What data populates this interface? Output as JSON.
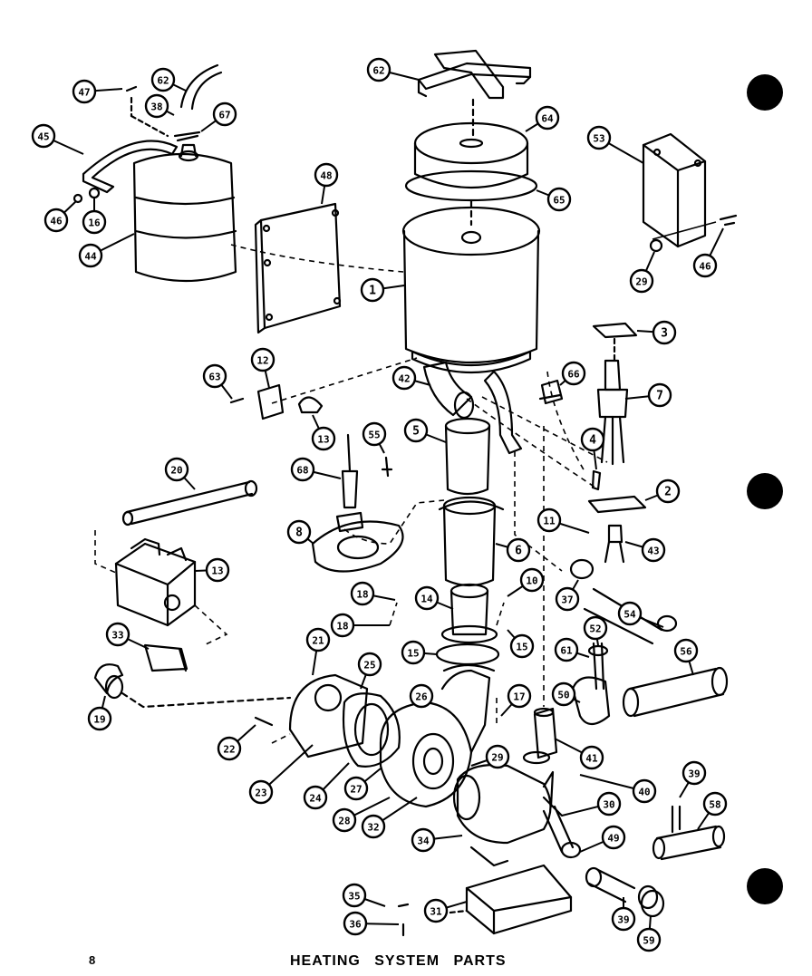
{
  "title": "HEATING  SYSTEM  PARTS",
  "page_number": "8",
  "callouts": [
    {
      "id": "c47",
      "label": "47"
    },
    {
      "id": "c62a",
      "label": "62"
    },
    {
      "id": "c38a",
      "label": "38"
    },
    {
      "id": "c67",
      "label": "67"
    },
    {
      "id": "c45",
      "label": "45"
    },
    {
      "id": "c46a",
      "label": "46"
    },
    {
      "id": "c16a",
      "label": "16"
    },
    {
      "id": "c44",
      "label": "44"
    },
    {
      "id": "c48",
      "label": "48"
    },
    {
      "id": "c62b",
      "label": "62"
    },
    {
      "id": "c64",
      "label": "64"
    },
    {
      "id": "c65",
      "label": "65"
    },
    {
      "id": "c53",
      "label": "53"
    },
    {
      "id": "c29a",
      "label": "29"
    },
    {
      "id": "c46b",
      "label": "46"
    },
    {
      "id": "c1",
      "label": "1"
    },
    {
      "id": "c3",
      "label": "3"
    },
    {
      "id": "c63",
      "label": "63"
    },
    {
      "id": "c12",
      "label": "12"
    },
    {
      "id": "c42",
      "label": "42"
    },
    {
      "id": "c66",
      "label": "66"
    },
    {
      "id": "c7",
      "label": "7"
    },
    {
      "id": "c13a",
      "label": "13"
    },
    {
      "id": "c55",
      "label": "55"
    },
    {
      "id": "c5",
      "label": "5"
    },
    {
      "id": "c68",
      "label": "68"
    },
    {
      "id": "c4",
      "label": "4"
    },
    {
      "id": "c2",
      "label": "2"
    },
    {
      "id": "c20",
      "label": "20"
    },
    {
      "id": "c8",
      "label": "8"
    },
    {
      "id": "c6",
      "label": "6"
    },
    {
      "id": "c11",
      "label": "11"
    },
    {
      "id": "c43",
      "label": "43"
    },
    {
      "id": "c13b",
      "label": "13"
    },
    {
      "id": "c10a",
      "label": "10"
    },
    {
      "id": "c18a",
      "label": "18"
    },
    {
      "id": "c14",
      "label": "14"
    },
    {
      "id": "c37",
      "label": "37"
    },
    {
      "id": "c18b",
      "label": "18"
    },
    {
      "id": "c15a",
      "label": "15"
    },
    {
      "id": "c15b",
      "label": "15"
    },
    {
      "id": "c54",
      "label": "54"
    },
    {
      "id": "c33",
      "label": "33"
    },
    {
      "id": "c21",
      "label": "21"
    },
    {
      "id": "c52",
      "label": "52"
    },
    {
      "id": "c61",
      "label": "61"
    },
    {
      "id": "c56",
      "label": "56"
    },
    {
      "id": "c25",
      "label": "25"
    },
    {
      "id": "c19",
      "label": "19"
    },
    {
      "id": "c26",
      "label": "26"
    },
    {
      "id": "c17",
      "label": "17"
    },
    {
      "id": "c50",
      "label": "50"
    },
    {
      "id": "c41",
      "label": "41"
    },
    {
      "id": "c22",
      "label": "22"
    },
    {
      "id": "c29b",
      "label": "29"
    },
    {
      "id": "c23",
      "label": "23"
    },
    {
      "id": "c24",
      "label": "24"
    },
    {
      "id": "c27",
      "label": "27"
    },
    {
      "id": "c40",
      "label": "40"
    },
    {
      "id": "c39a",
      "label": "39"
    },
    {
      "id": "c28",
      "label": "28"
    },
    {
      "id": "c32",
      "label": "32"
    },
    {
      "id": "c30",
      "label": "30"
    },
    {
      "id": "c58",
      "label": "58"
    },
    {
      "id": "c34",
      "label": "34"
    },
    {
      "id": "c49",
      "label": "49"
    },
    {
      "id": "c35",
      "label": "35"
    },
    {
      "id": "c31",
      "label": "31"
    },
    {
      "id": "c39b",
      "label": "39"
    },
    {
      "id": "c36",
      "label": "36"
    },
    {
      "id": "c59",
      "label": "59"
    }
  ]
}
